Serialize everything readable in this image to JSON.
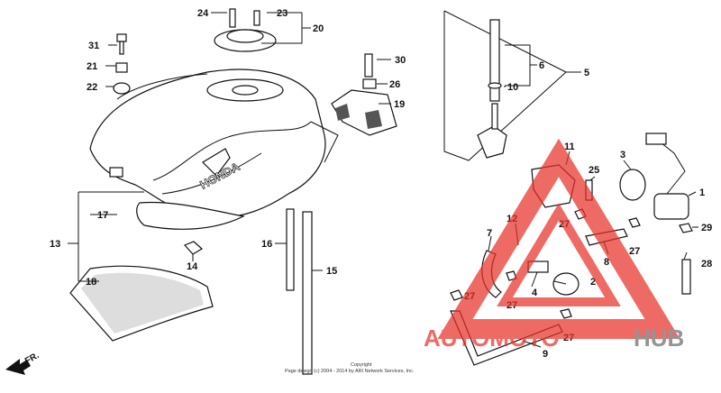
{
  "callouts": [
    {
      "id": "c1",
      "label": "1"
    },
    {
      "id": "c2",
      "label": "2"
    },
    {
      "id": "c3",
      "label": "3"
    },
    {
      "id": "c4",
      "label": "4"
    },
    {
      "id": "c5",
      "label": "5"
    },
    {
      "id": "c6",
      "label": "6"
    },
    {
      "id": "c7",
      "label": "7"
    },
    {
      "id": "c8",
      "label": "8"
    },
    {
      "id": "c9",
      "label": "9"
    },
    {
      "id": "c10",
      "label": "10"
    },
    {
      "id": "c11",
      "label": "11"
    },
    {
      "id": "c12",
      "label": "12"
    },
    {
      "id": "c13",
      "label": "13"
    },
    {
      "id": "c14",
      "label": "14"
    },
    {
      "id": "c15",
      "label": "15"
    },
    {
      "id": "c16",
      "label": "16"
    },
    {
      "id": "c17",
      "label": "17"
    },
    {
      "id": "c18",
      "label": "18"
    },
    {
      "id": "c19",
      "label": "19"
    },
    {
      "id": "c20",
      "label": "20"
    },
    {
      "id": "c21",
      "label": "21"
    },
    {
      "id": "c22",
      "label": "22"
    },
    {
      "id": "c23",
      "label": "23"
    },
    {
      "id": "c24",
      "label": "24"
    },
    {
      "id": "c25",
      "label": "25"
    },
    {
      "id": "c26",
      "label": "26"
    },
    {
      "id": "c27a",
      "label": "27"
    },
    {
      "id": "c27b",
      "label": "27"
    },
    {
      "id": "c27c",
      "label": "27"
    },
    {
      "id": "c27d",
      "label": "27"
    },
    {
      "id": "c27e",
      "label": "27"
    },
    {
      "id": "c28",
      "label": "28"
    },
    {
      "id": "c29",
      "label": "29"
    },
    {
      "id": "c30",
      "label": "30"
    },
    {
      "id": "c31",
      "label": "31"
    }
  ],
  "front_marker": "FR.",
  "tank_logo": "HONDA",
  "copyright_line1": "Copyright",
  "copyright_line2": "Page design (c) 2004 - 2014 by ARI Network Services, Inc.",
  "watermark": {
    "part1": "AUTOMOTO",
    "part2": "HUB",
    "color_red": "#e8312a",
    "color_grey": "#6b6b6b",
    "opacity": 0.72
  }
}
